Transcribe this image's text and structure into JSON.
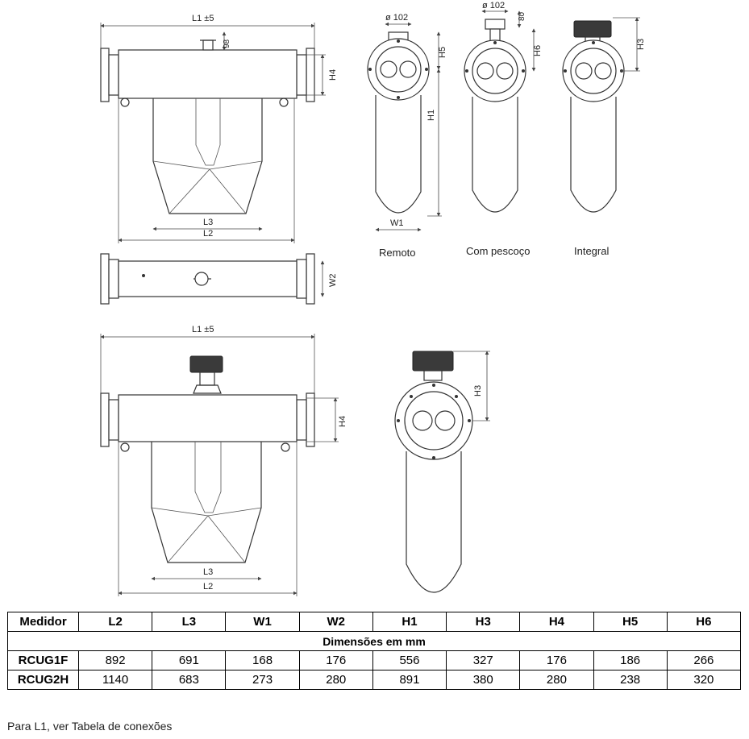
{
  "drawing": {
    "top_view": {
      "l1": "L1 ±5",
      "h_98": "98",
      "h4": "H4",
      "l3": "L3",
      "l2": "L2"
    },
    "side_views": {
      "diameter": "ø 102",
      "h_80": "80",
      "h5": "H5",
      "h6": "H6",
      "h1": "H1",
      "h3": "H3",
      "w1": "W1",
      "caption_remote": "Remoto",
      "caption_neck": "Com pescoço",
      "caption_integral": "Integral"
    },
    "plan_view": {
      "w2": "W2"
    },
    "bottom_view": {
      "l1": "L1 ±5",
      "h4": "H4",
      "l3": "L3",
      "l2": "L2",
      "h3": "H3"
    }
  },
  "table": {
    "headers": [
      "Medidor",
      "L2",
      "L3",
      "W1",
      "W2",
      "H1",
      "H3",
      "H4",
      "H5",
      "H6"
    ],
    "unit_row": "Dimensões em mm",
    "rows": [
      [
        "RCUG1F",
        "892",
        "691",
        "168",
        "176",
        "556",
        "327",
        "176",
        "186",
        "266"
      ],
      [
        "RCUG2H",
        "1140",
        "683",
        "273",
        "280",
        "891",
        "380",
        "280",
        "238",
        "320"
      ]
    ]
  },
  "note": "Para L1, ver Tabela de conexões"
}
